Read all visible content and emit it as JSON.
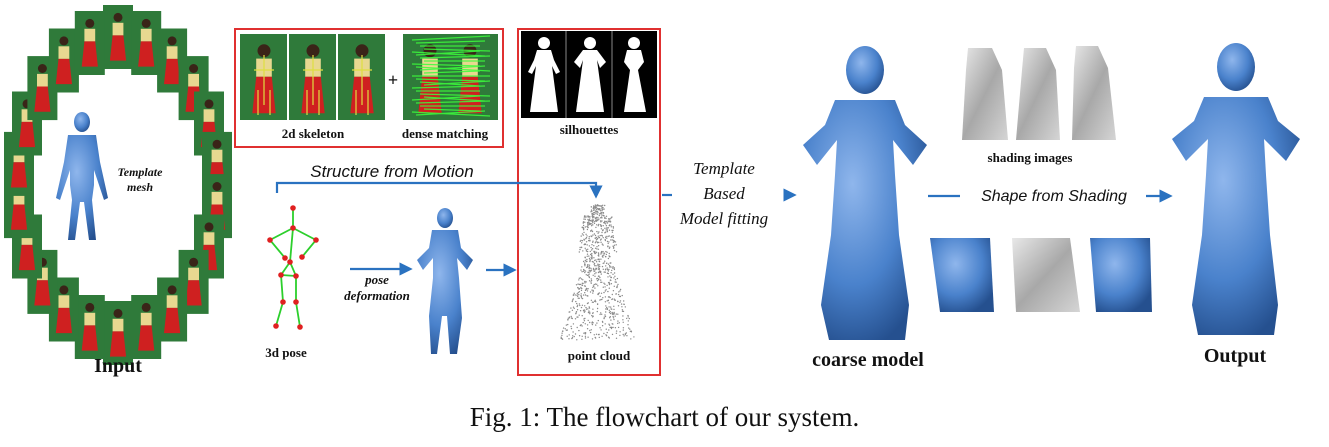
{
  "labels": {
    "input": "Input",
    "template_line1": "Template",
    "template_line2": "mesh",
    "skeleton2d": "2d skeleton",
    "plus": "+",
    "dense_matching": "dense matching",
    "silhouettes": "silhouettes",
    "sfm": "Structure from Motion",
    "pose_line1": "pose",
    "pose_line2": "deformation",
    "pose3d": "3d pose",
    "point_cloud": "point cloud",
    "tbm_line1": "Template",
    "tbm_line2": "Based",
    "tbm_line3": "Model fitting",
    "coarse_model": "coarse model",
    "shading_images": "shading images",
    "sfs": "Shape from Shading",
    "output": "Output"
  },
  "caption": "Fig. 1: The flowchart of our system.",
  "colors": {
    "arrow": "#2a72c0",
    "frame": "#e03030",
    "mesh": "#4a82cc",
    "green_screen": "#2f7a3a",
    "skeleton": "#2ccf2c",
    "joint": "#e02020"
  }
}
